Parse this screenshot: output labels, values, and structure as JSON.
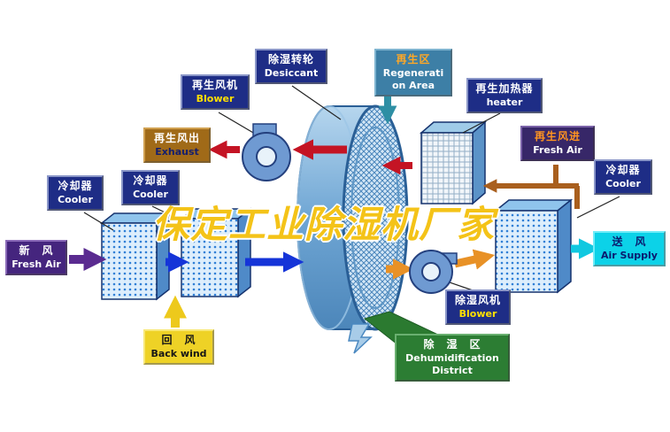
{
  "watermark": "保定工业除湿机厂家",
  "labels": {
    "desiccant": {
      "zh": "除湿转轮",
      "en": "Desiccant"
    },
    "regen_area": {
      "zh": "再生区",
      "en": "Regenerati on Area"
    },
    "regen_blower": {
      "zh": "再生风机",
      "en": "Blower"
    },
    "regen_heater": {
      "zh": "再生加热器",
      "en": "heater"
    },
    "exhaust": {
      "zh": "再生风出",
      "en": "Exhaust"
    },
    "cooler_left_outer": {
      "zh": "冷却器",
      "en": "Cooler"
    },
    "cooler_left_inner": {
      "zh": "冷却器",
      "en": "Cooler"
    },
    "fresh_air_left": {
      "zh": "新　风",
      "en": "Fresh Air"
    },
    "back_wind": {
      "zh": "回　风",
      "en": "Back wind"
    },
    "regen_fresh_air": {
      "zh": "再生风进",
      "en": "Fresh Air"
    },
    "cooler_right": {
      "zh": "冷却器",
      "en": "Cooler"
    },
    "air_supply": {
      "zh": "送　风",
      "en": "Air Supply"
    },
    "dehum_blower": {
      "zh": "除湿风机",
      "en": "Blower"
    },
    "dehum_district": {
      "zh": "除　湿　区",
      "en": "Dehumidification District"
    }
  },
  "colors": {
    "navy_box": "#1e2d86",
    "steel_box": "#3d7fa6",
    "brown_box": "#a06a18",
    "purple_box": "#45257e",
    "dark_purple_box": "#372768",
    "yellow_box": "#eed226",
    "cyan_box": "#0cd2e8",
    "green_box": "#2c7d33",
    "watermark_gold": "#f4c318",
    "arrow_red": "#c41424",
    "arrow_blue": "#1534d8",
    "arrow_purple": "#5a2b90",
    "arrow_yellow": "#edc91c",
    "arrow_orange": "#e89126",
    "arrow_brown": "#a95f1e",
    "arrow_cyan": "#10c8e0",
    "arrow_teal": "#2e8fa4",
    "rotor_blue": "#5590c4"
  }
}
